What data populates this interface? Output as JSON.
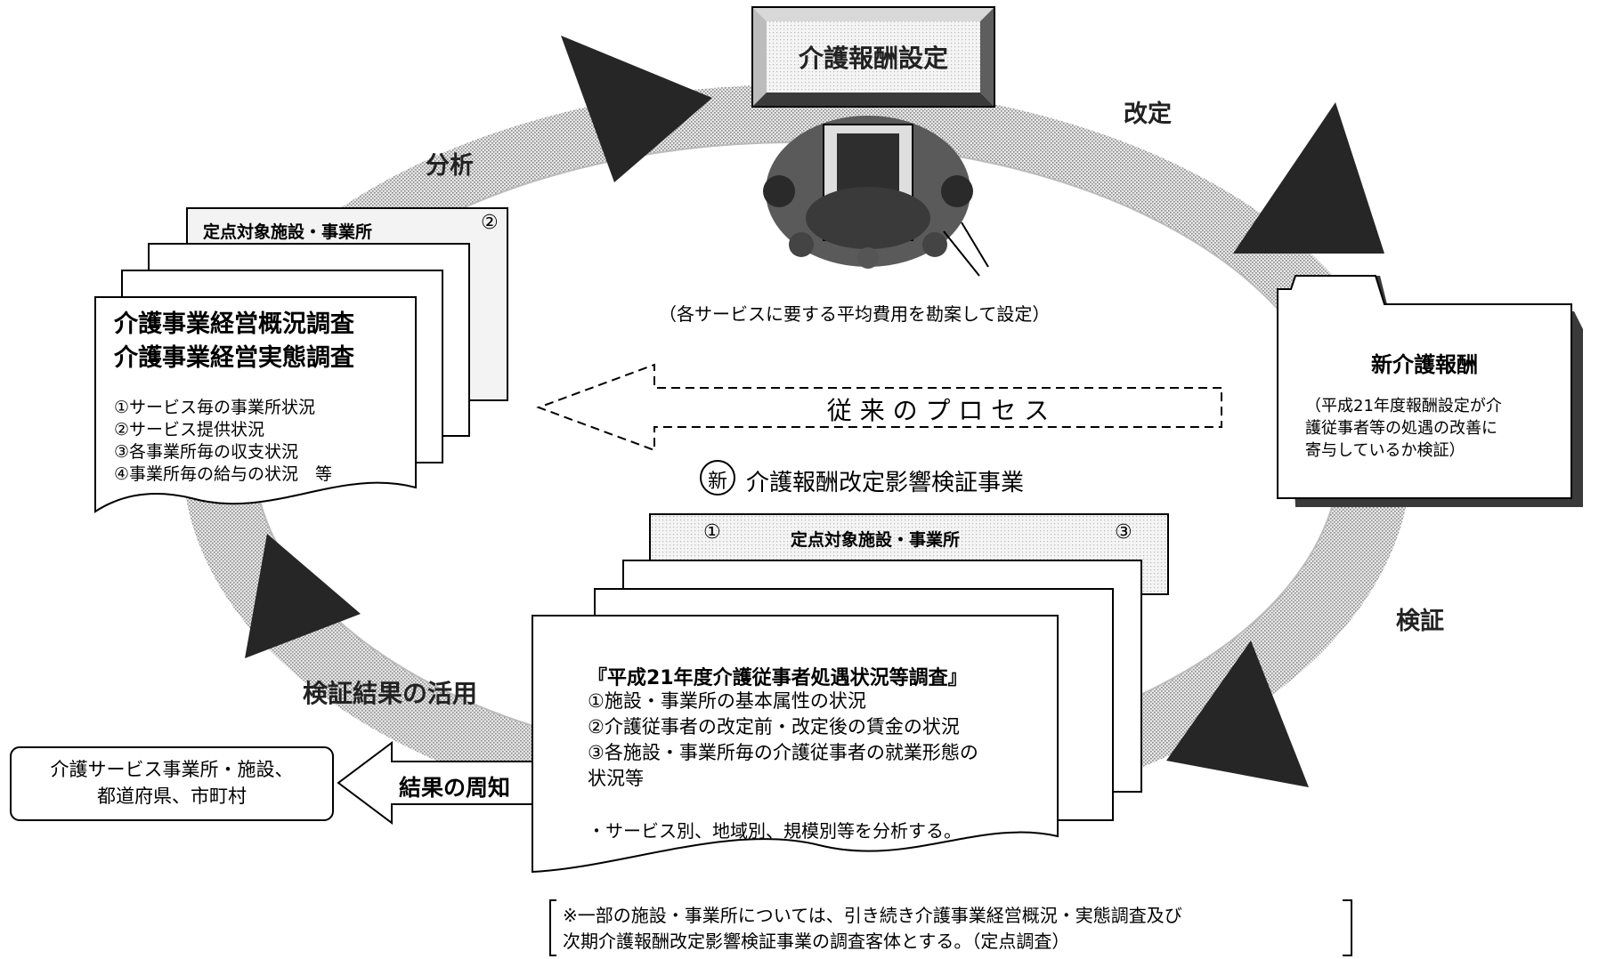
{
  "top_box": {
    "title": "介護報酬設定"
  },
  "cycle_labels": {
    "kaitei": "改定",
    "bunseki": "分析",
    "kensho": "検証",
    "katsuyo": "検証結果の活用"
  },
  "center": {
    "caption": "（各サービスに要する平均費用を勘案して設定）",
    "old_process": "従 来 の プ ロ セ ス",
    "new_mark": "新",
    "new_project": "介護報酬改定影響検証事業"
  },
  "left_docs": {
    "header": "定点対象施設・事業所",
    "header_num": "②",
    "title1": "介護事業経営概況調査",
    "title2": "介護事業経営実態調査",
    "items": [
      "①サービス毎の事業所状況",
      "②サービス提供状況",
      "③各事業所毎の収支状況",
      "④事業所毎の給与の状況　等"
    ]
  },
  "right_box": {
    "title": "新介護報酬",
    "desc": [
      "（平成21年度報酬設定が介",
      "護従事者等の処遇の改善に",
      "寄与しているか検証）"
    ]
  },
  "bottom_docs": {
    "num_left": "①",
    "header": "定点対象施設・事業所",
    "num_right": "③",
    "title": "『平成21年度介護従事者処遇状況等調査』",
    "items": [
      "①施設・事業所の基本属性の状況",
      "②介護従事者の改定前・改定後の賃金の状況",
      "③各施設・事業所毎の介護従事者の就業形態の",
      "状況等"
    ],
    "note": "・サービス別、地域別、規模別等を分析する。"
  },
  "notify": {
    "label": "結果の周知",
    "target_line1": "介護サービス事業所・施設、",
    "target_line2": "都道府県、市町村"
  },
  "footnote": {
    "line1": "※一部の施設・事業所については、引き続き介護事業経営概況・実態調査及び",
    "line2": "次期介護報酬改定影響検証事業の調査客体とする。（定点調査）"
  }
}
